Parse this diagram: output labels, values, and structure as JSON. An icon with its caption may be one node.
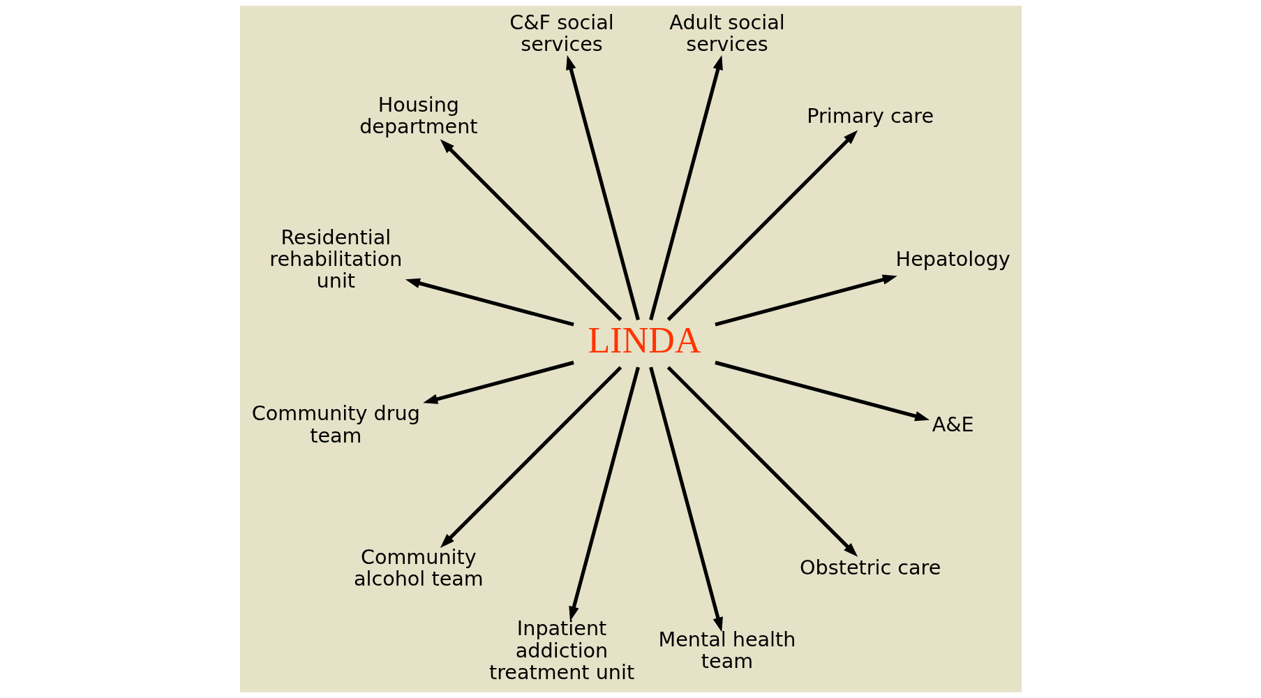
{
  "diagram": {
    "nodes": [
      {
        "text": [
          "LINDA"
        ]
      },
      {
        "text": [
          "Hepatology"
        ]
      },
      {
        "text": [
          "Primary care"
        ]
      },
      {
        "text": [
          "Adult social services"
        ]
      },
      {
        "text": [
          "C&F social services"
        ]
      },
      {
        "text": [
          "Housing department"
        ]
      },
      {
        "text": [
          "Residential rehabilitation unit"
        ]
      },
      {
        "text": [
          "Community drug team"
        ]
      },
      {
        "text": [
          "Community alcohol team"
        ]
      },
      {
        "text": [
          "Inpatient addiction treatment unit"
        ]
      },
      {
        "text": [
          "Mental health team"
        ]
      },
      {
        "text": [
          "Obstetric care"
        ]
      },
      {
        "text": [
          "A&E"
        ]
      }
    ],
    "edges": [
      {
        "from": 0,
        "to": 1,
        "arrow": "to"
      },
      {
        "from": 0,
        "to": 2,
        "arrow": "to"
      },
      {
        "from": 0,
        "to": 3,
        "arrow": "to"
      },
      {
        "from": 0,
        "to": 4,
        "arrow": "to"
      },
      {
        "from": 0,
        "to": 5,
        "arrow": "to"
      },
      {
        "from": 0,
        "to": 6,
        "arrow": "to"
      },
      {
        "from": 0,
        "to": 7,
        "arrow": "to"
      },
      {
        "from": 0,
        "to": 8,
        "arrow": "to"
      },
      {
        "from": 0,
        "to": 9,
        "arrow": "to"
      },
      {
        "from": 0,
        "to": 10,
        "arrow": "to"
      },
      {
        "from": 0,
        "to": 11,
        "arrow": "to"
      },
      {
        "from": 0,
        "to": 12,
        "arrow": "to"
      }
    ]
  }
}
